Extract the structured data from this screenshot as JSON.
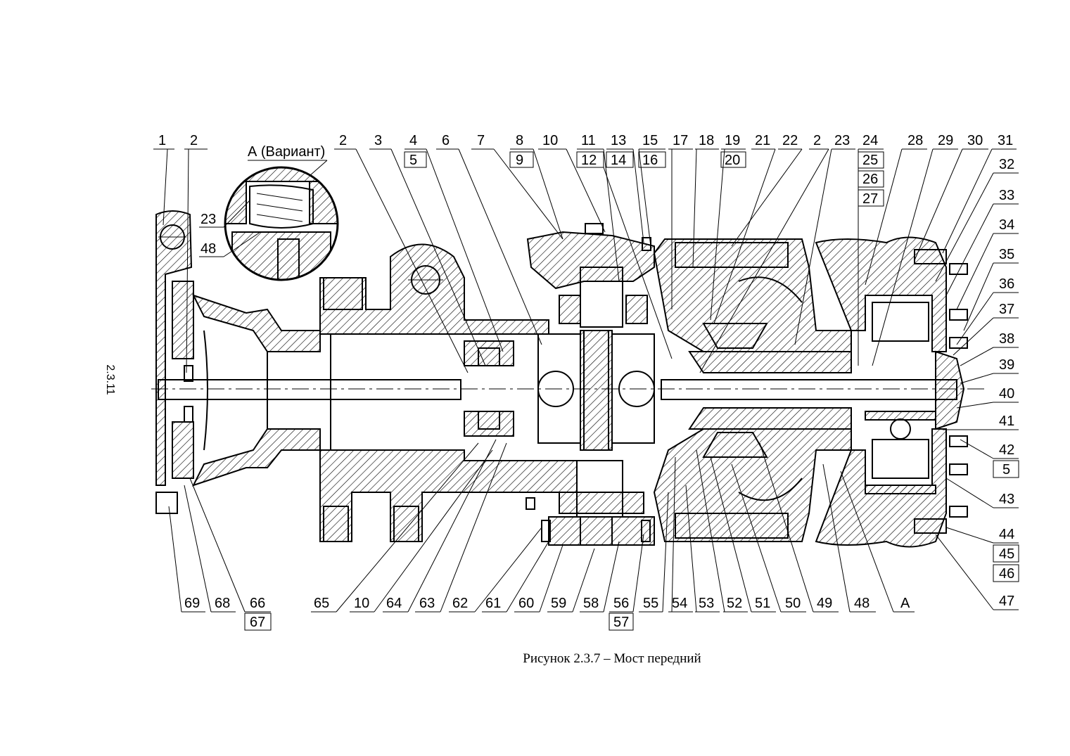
{
  "page_number": "2.3.11",
  "caption": "Рисунок 2.3.7 – Мост передний",
  "view_label": "А (Вариант)",
  "detail_labels": [
    "23",
    "48"
  ],
  "top_labels": {
    "t1": "1",
    "t2": "2",
    "t3": "2",
    "t4": "3",
    "t5": "4",
    "t6": "5",
    "t7": "6",
    "t8": "7",
    "t9": "8",
    "t10": "9",
    "t11": "10",
    "t12": "11",
    "t13": "12",
    "t14": "13",
    "t15": "14",
    "t16": "15",
    "t17": "16",
    "t18": "17",
    "t19": "18",
    "t20": "19",
    "t21": "20",
    "t22": "21",
    "t23": "22",
    "t24": "2",
    "t25": "23",
    "t26": "24",
    "t27": "25",
    "t28": "26",
    "t29": "27",
    "t30": "28",
    "t31": "29",
    "t32": "30",
    "t33": "31"
  },
  "right_labels": {
    "r1": "32",
    "r2": "33",
    "r3": "34",
    "r4": "35",
    "r5": "36",
    "r6": "37",
    "r7": "38",
    "r8": "39",
    "r9": "40",
    "r10": "41",
    "r11": "42",
    "r12": "5",
    "r13": "43",
    "r14": "44",
    "r15": "45",
    "r16": "46",
    "r17": "47"
  },
  "bottom_labels": {
    "b1": "69",
    "b2": "68",
    "b3": "66",
    "b4": "67",
    "b5": "65",
    "b6": "10",
    "b7": "64",
    "b8": "63",
    "b9": "62",
    "b10": "61",
    "b11": "60",
    "b12": "59",
    "b13": "58",
    "b14": "56",
    "b15": "57",
    "b16": "55",
    "b17": "54",
    "b18": "53",
    "b19": "52",
    "b20": "51",
    "b21": "50",
    "b22": "49",
    "b23": "48",
    "b24": "А"
  }
}
